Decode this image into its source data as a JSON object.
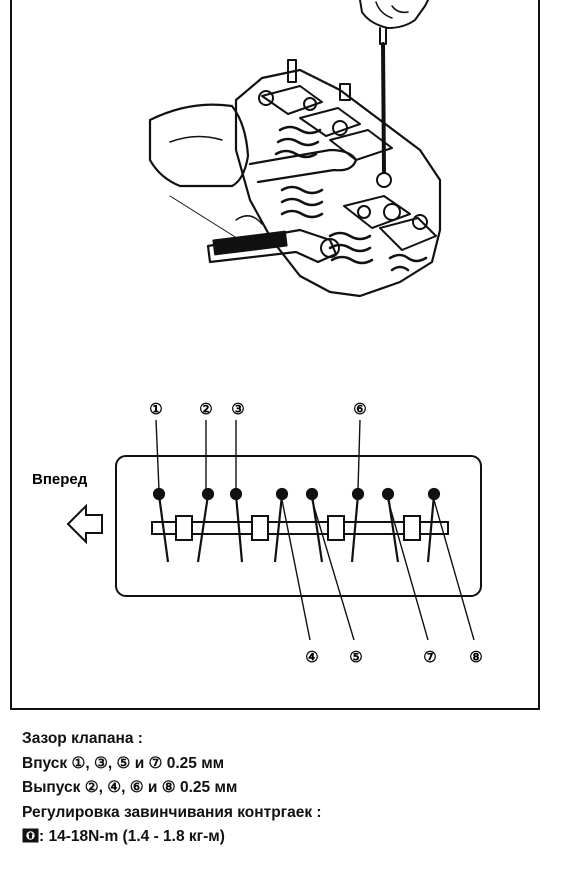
{
  "figure": {
    "forward_label": "Вперед",
    "valve_numbers_top": [
      {
        "id": "1",
        "glyph": "①"
      },
      {
        "id": "2",
        "glyph": "②"
      },
      {
        "id": "3",
        "glyph": "③"
      },
      {
        "id": "6",
        "glyph": "⑥"
      }
    ],
    "valve_numbers_bottom": [
      {
        "id": "4",
        "glyph": "④"
      },
      {
        "id": "5",
        "glyph": "⑤"
      },
      {
        "id": "7",
        "glyph": "⑦"
      },
      {
        "id": "8",
        "glyph": "⑧"
      }
    ]
  },
  "caption": {
    "clearance_title": "Зазор клапана :",
    "intake": "Впуск ①, ③, ⑤ и ⑦ 0.25 мм",
    "exhaust": "Выпуск ②, ④, ⑥ и ⑧ 0.25 мм",
    "locknut_title": "Регулировка завинчивания контргаек :",
    "torque": ": 14-18N-m (1.4 - 1.8 кг-м)",
    "torque_icon": "torque-wrench-icon"
  }
}
